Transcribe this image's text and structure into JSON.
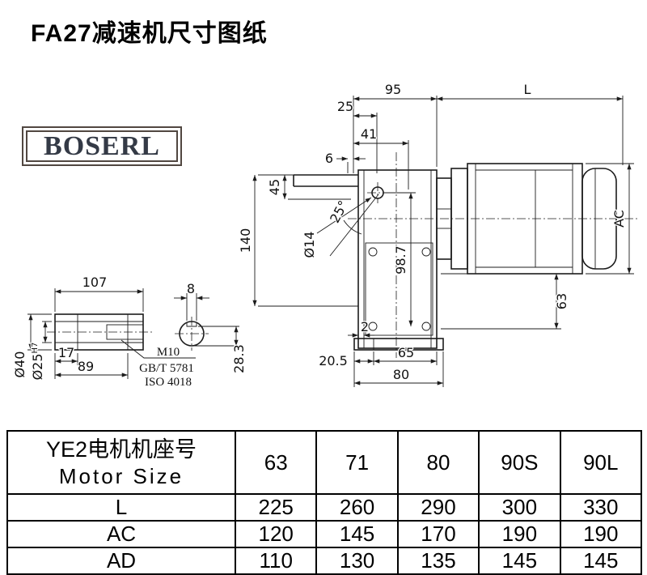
{
  "page": {
    "title": "FA27减速机尺寸图纸"
  },
  "logo": {
    "text": "BOSERL"
  },
  "drawing": {
    "dims": {
      "n95": "95",
      "n25": "25",
      "L": "L",
      "n41": "41",
      "n6": "6",
      "n45": "45",
      "n140": "140",
      "d14": "Ø14",
      "a25": "25°",
      "n98_7": "98.7",
      "AC": "AC",
      "n63": "63",
      "n2": "2",
      "n20_5": "20.5",
      "n65": "65",
      "n80": "80",
      "n107": "107",
      "n17": "17",
      "n89": "89",
      "d40": "Ø40",
      "d25": "Ø25",
      "d25_tol": "H7",
      "m10": "M10",
      "gbt": "GB/T 5781",
      "iso": "ISO 4018",
      "n8": "8",
      "n28_3": "28.3"
    }
  },
  "table": {
    "header_cn": "YE2电机机座号",
    "header_en": "Motor Size",
    "columns": [
      "63",
      "71",
      "80",
      "90S",
      "90L"
    ],
    "rows": [
      {
        "label": "L",
        "values": [
          "225",
          "260",
          "290",
          "300",
          "330"
        ]
      },
      {
        "label": "AC",
        "values": [
          "120",
          "145",
          "170",
          "190",
          "190"
        ]
      },
      {
        "label": "AD",
        "values": [
          "110",
          "130",
          "135",
          "145",
          "145"
        ]
      }
    ]
  }
}
